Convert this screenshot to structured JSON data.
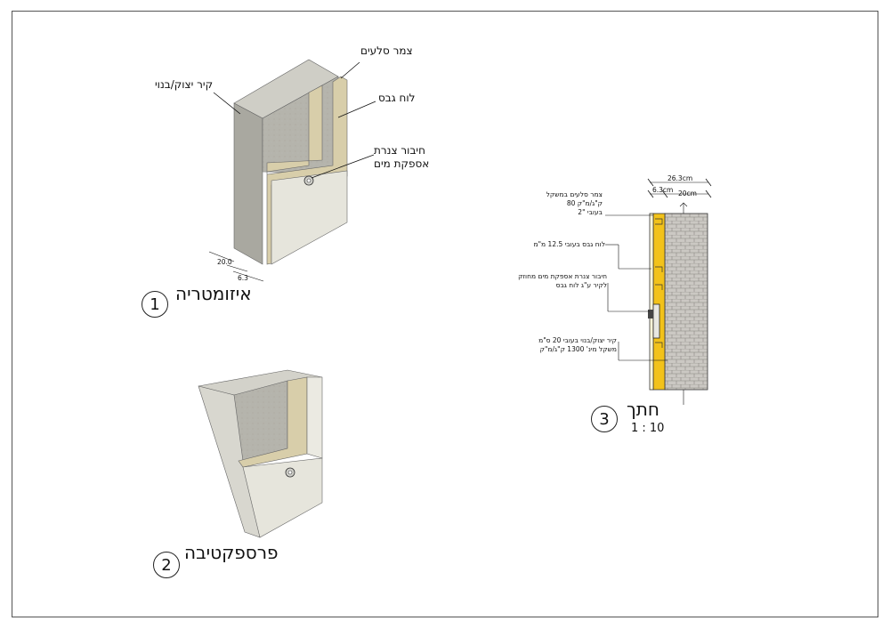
{
  "isometric": {
    "title": "איזומטריה",
    "number": "1",
    "labels": {
      "insulation": "צמר סלעים",
      "wall": "קיר יצוק/בנוי",
      "gypsum": "לוח גבס",
      "pipe_line1": "חיבור צנרת",
      "pipe_line2": "אספקת מים"
    },
    "dims": {
      "wall_thickness": "20.0",
      "lining_thickness": "6.3"
    }
  },
  "perspective": {
    "title": "פרספקטיבה",
    "number": "2"
  },
  "section": {
    "title": "חתך",
    "number": "3",
    "scale": "1 : 10",
    "dims": {
      "total": "26.3cm",
      "lining": "6.3cm",
      "wall": "20cm"
    },
    "notes": {
      "insulation": [
        "צמר סלעים במשקל",
        "ק\"ג/מ\"ק 80",
        "בעובי \"2"
      ],
      "gypsum": [
        "לוח גבס בעובי 12.5 מ\"מ"
      ],
      "pipe": [
        "חיבור צנרת אספקת מים מחוזק",
        "לקיר ע\"ג לוח גבס"
      ],
      "wall": [
        "קיר יצוק/בנוי בעובי 20 ס\"מ",
        "משקל מינ' 1300 ק\"ג/מ\"ק"
      ]
    }
  },
  "colors": {
    "concrete": "#b9b8b0",
    "concrete_dark": "#9e9d95",
    "gypsum": "#e3e2d8",
    "insulation": "#d9cfae",
    "section_yellow": "#f2c21a",
    "brick": "#c8c5c0"
  }
}
